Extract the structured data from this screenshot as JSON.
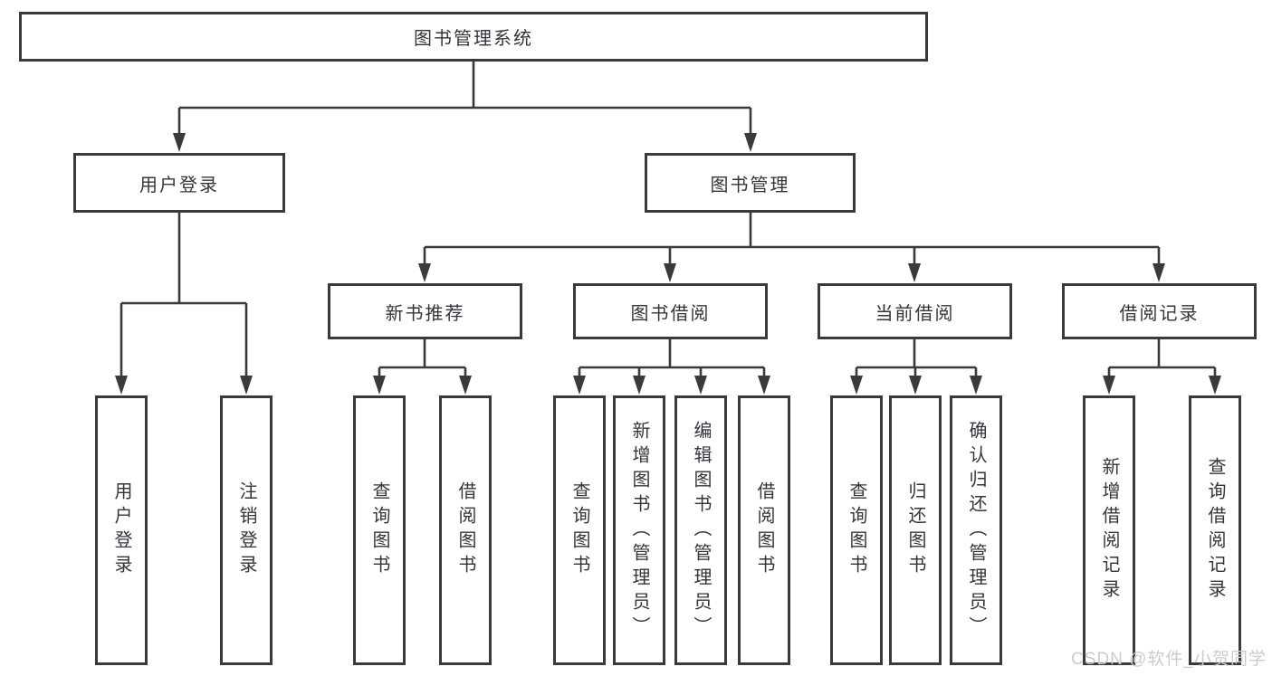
{
  "diagram_title": "图书管理系统",
  "tree": {
    "label": "图书管理系统",
    "children": [
      {
        "label": "用户登录",
        "children": [
          {
            "label": "用户登录"
          },
          {
            "label": "注销登录"
          }
        ]
      },
      {
        "label": "图书管理",
        "children": [
          {
            "label": "新书推荐",
            "children": [
              {
                "label": "查询图书"
              },
              {
                "label": "借阅图书"
              }
            ]
          },
          {
            "label": "图书借阅",
            "children": [
              {
                "label": "查询图书"
              },
              {
                "label": "新增图书（管理员）"
              },
              {
                "label": "编辑图书（管理员）"
              },
              {
                "label": "借阅图书"
              }
            ]
          },
          {
            "label": "当前借阅",
            "children": [
              {
                "label": "查询图书"
              },
              {
                "label": "归还图书"
              },
              {
                "label": "确认归还（管理员）"
              }
            ]
          },
          {
            "label": "借阅记录",
            "children": [
              {
                "label": "新增借阅记录"
              },
              {
                "label": "查询借阅记录"
              }
            ]
          }
        ]
      }
    ]
  },
  "watermark": "CSDN @软件_小贺同学",
  "colors": {
    "line": "#3a3a3a",
    "text": "#34343c",
    "watermark": "#cccccc",
    "background": "#ffffff"
  }
}
